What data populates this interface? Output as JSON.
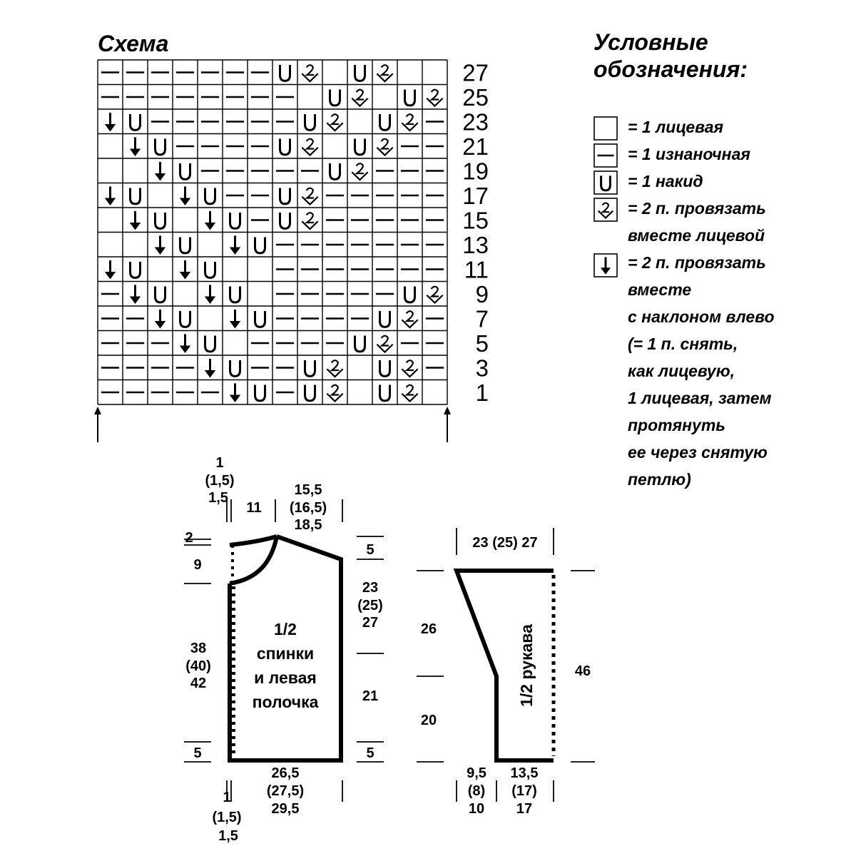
{
  "chart_title": "Схема",
  "legend_title": [
    "Условные",
    "обозначения:"
  ],
  "legend_items": [
    {
      "symbol": "knit",
      "lines": [
        "= 1 лицевая"
      ]
    },
    {
      "symbol": "purl",
      "lines": [
        "= 1 изнаночная"
      ]
    },
    {
      "symbol": "yo",
      "lines": [
        "= 1 накид"
      ]
    },
    {
      "symbol": "k2tog",
      "lines": [
        "= 2 п. провязать",
        "вместе лицевой"
      ]
    },
    {
      "symbol": "ssk",
      "lines": [
        "= 2 п. провязать",
        "вместе",
        "с наклоном влево",
        "(= 1 п. снять,",
        "как лицевую,",
        "1 лицевая, затем",
        "протянуть",
        "ее через снятую",
        "петлю)"
      ]
    }
  ],
  "stitch_chart": {
    "row_numbers": [
      "27",
      "25",
      "23",
      "21",
      "19",
      "17",
      "15",
      "13",
      "11",
      "9",
      "7",
      "5",
      "3",
      "1"
    ],
    "symbol_key": {
      "-": "purl",
      ".": "knit",
      "U": "yo",
      "S": "k2tog",
      "A": "ssk"
    },
    "rows": [
      "-------US.US..",
      "--------.US.US",
      "AU------US.US-",
      ".AU----US.US--",
      "..AU-----US---",
      "AU.AU--US-----",
      ".AU.AU-US-----",
      "..AU.AU-------",
      "AU.AU..-------",
      "-AU.AU.-----US",
      "--AU.AU----US-",
      "---AU.----US--",
      "----AU--US.US-",
      "-----AU-US.US."
    ]
  },
  "body_piece": {
    "label": [
      "1/2",
      "спинки",
      "и левая",
      "полочка"
    ],
    "dims": {
      "shoulder_top_a": "1",
      "shoulder_top_b": "(1,5)",
      "shoulder_top_c": "1,5",
      "neck_width": "11",
      "shoulder_a": "15,5",
      "shoulder_b": "(16,5)",
      "shoulder_c": "18,5",
      "neck_depth_small": "2",
      "neck_depth": "9",
      "shoulder_slope": "5",
      "armhole_a": "23",
      "armhole_b": "(25)",
      "armhole_c": "27",
      "length_a": "38",
      "length_b": "(40)",
      "length_c": "42",
      "side": "21",
      "hem_left": "5",
      "hem_right": "5",
      "width_a": "26,5",
      "width_b": "(27,5)",
      "width_c": "29,5",
      "band_a": "1",
      "band_b": "(1,5)",
      "band_c": "1,5"
    }
  },
  "sleeve_piece": {
    "label": "1/2 рукава",
    "dims": {
      "top_width": "23 (25) 27",
      "upper": "26",
      "lower": "20",
      "total": "46",
      "cuff_a_1": "9,5",
      "cuff_a_2": "(8)",
      "cuff_a_3": "10",
      "cuff_b_1": "13,5",
      "cuff_b_2": "(17)",
      "cuff_b_3": "17"
    }
  }
}
